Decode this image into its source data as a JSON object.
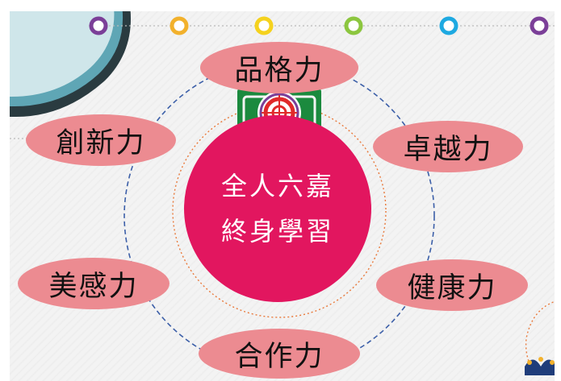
{
  "diagram": {
    "center": {
      "line1": "全人六嘉",
      "line2": "終身學習"
    },
    "abilities": {
      "top": "品格力",
      "upper_left": "創新力",
      "upper_right": "卓越力",
      "lower_left": "美感力",
      "lower_right": "健康力",
      "bottom": "合作力"
    }
  },
  "colors": {
    "pill": "#ec8b91",
    "center": "#e2165f",
    "outer_ring": "#3c5fa8",
    "inner_ring": "#e97a3c",
    "emblem_green": "#1b8a3e",
    "emblem_red": "#e02a2a",
    "timeline_dots": [
      "#7b3f98",
      "#f2b12c",
      "#f5d21e",
      "#8cc63f",
      "#1ea9e1",
      "#7b3f98"
    ]
  },
  "icons": [
    "school-emblem-icon",
    "decorative-lotus-icon"
  ]
}
